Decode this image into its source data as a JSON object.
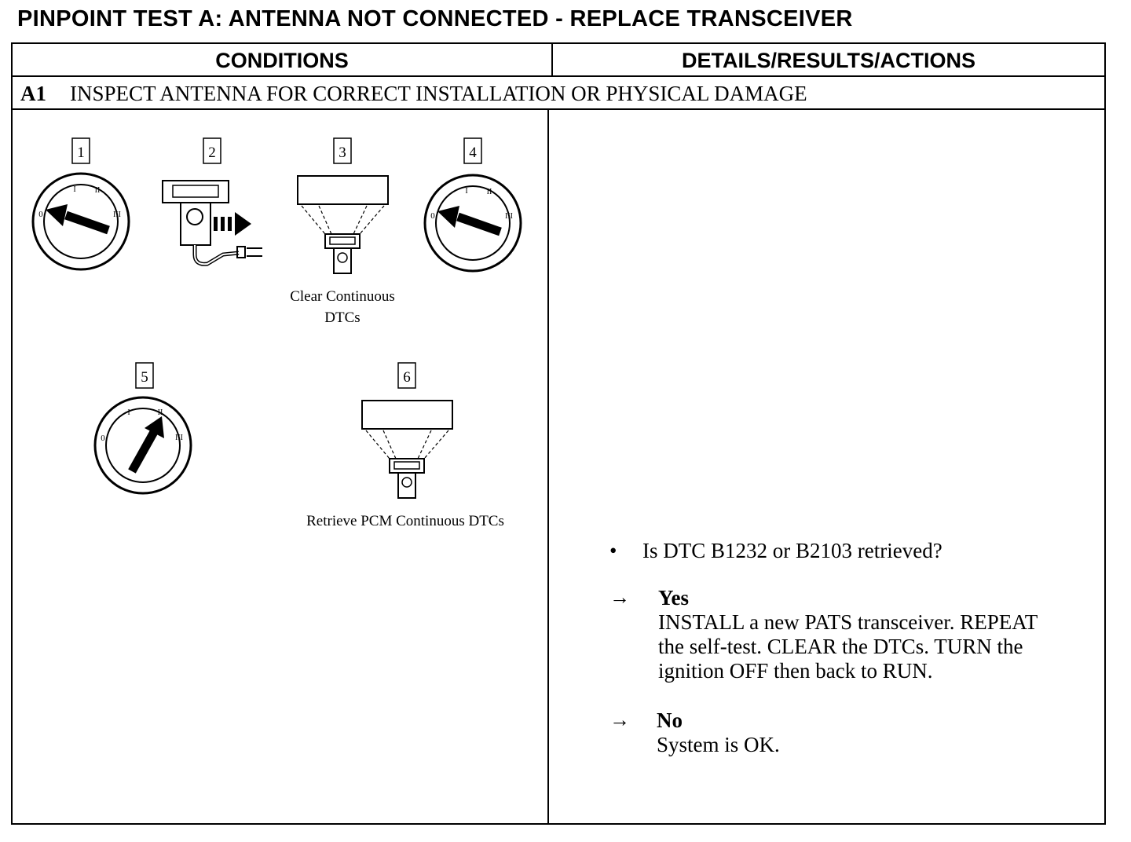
{
  "title": "PINPOINT TEST A:  ANTENNA NOT CONNECTED - REPLACE TRANSCEIVER",
  "columns": {
    "conditions": "CONDITIONS",
    "details": "DETAILS/RESULTS/ACTIONS"
  },
  "step": {
    "number": "A1",
    "text": "INSPECT ANTENNA FOR CORRECT INSTALLATION OR PHYSICAL DAMAGE"
  },
  "figures": [
    {
      "label": "1",
      "icon": "ignition-switch-off-icon"
    },
    {
      "label": "2",
      "icon": "disconnect-connector-icon"
    },
    {
      "label": "3",
      "icon": "scan-tool-icon",
      "caption_line1": "Clear Continuous",
      "caption_line2": "DTCs"
    },
    {
      "label": "4",
      "icon": "ignition-switch-off-icon"
    },
    {
      "label": "5",
      "icon": "ignition-switch-run-icon"
    },
    {
      "label": "6",
      "icon": "scan-tool-icon",
      "caption_line1": "Retrieve PCM Continuous DTCs"
    }
  ],
  "details": {
    "bullet": "•",
    "question": "Is DTC B1232 or B2103 retrieved?",
    "arrow": "→",
    "yes": {
      "label": "Yes",
      "line1": "INSTALL a new PATS transceiver.  REPEAT",
      "line2": "the self-test. CLEAR the DTCs. TURN the",
      "line3": "ignition OFF then back to RUN."
    },
    "no": {
      "label": "No",
      "text": "System is OK."
    }
  }
}
